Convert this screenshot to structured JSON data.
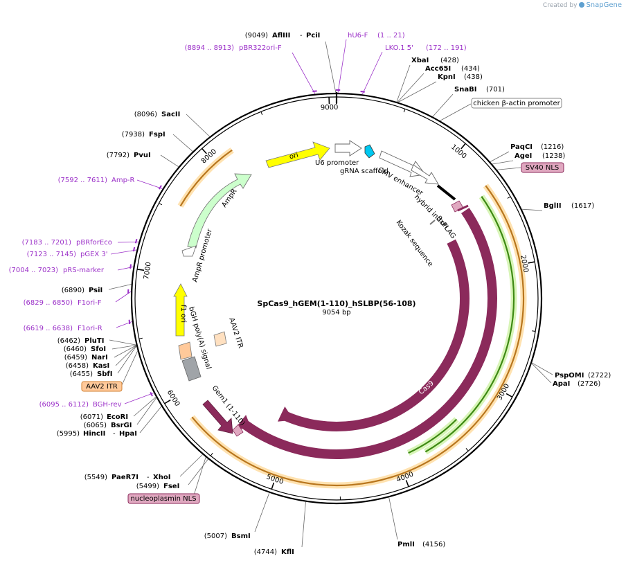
{
  "credit": {
    "prefix": "Created by",
    "brand": "SnapGene"
  },
  "plasmid": {
    "name": "SpCas9_hGEM(1-110)_hSLBP(56-108)",
    "length_label": "9054 bp",
    "length": 9054
  },
  "colors": {
    "enzyme": "#000000",
    "primer": "#9b30c8",
    "feature_cas9": "#8b2a5b",
    "ori": "#ffff00",
    "ampr": "#ccffcc",
    "itr": "#ffd9b3",
    "nls": "#e0a8c0",
    "orange_band": "#e8a33a",
    "green_band": "#5aaa2a"
  },
  "tick_labels": [
    {
      "pos": 1000,
      "label": "1000"
    },
    {
      "pos": 2000,
      "label": "2000"
    },
    {
      "pos": 3000,
      "label": "3000"
    },
    {
      "pos": 4000,
      "label": "4000"
    },
    {
      "pos": 5000,
      "label": "5000"
    },
    {
      "pos": 6000,
      "label": "6000"
    },
    {
      "pos": 7000,
      "label": "7000"
    },
    {
      "pos": 8000,
      "label": "8000"
    },
    {
      "pos": 9000,
      "label": "9000"
    }
  ],
  "enzymes": [
    {
      "name": "AflIII",
      "name2": "PciI",
      "pos": "(9049)",
      "bp": 9049
    },
    {
      "name": "XbaI",
      "pos": "(428)",
      "bp": 428
    },
    {
      "name": "Acc65I",
      "pos": "(434)",
      "bp": 434
    },
    {
      "name": "KpnI",
      "pos": "(438)",
      "bp": 438
    },
    {
      "name": "SnaBI",
      "pos": "(701)",
      "bp": 701
    },
    {
      "name": "PaqCI",
      "pos": "(1216)",
      "bp": 1216
    },
    {
      "name": "AgeI",
      "pos": "(1238)",
      "bp": 1238
    },
    {
      "name": "BglII",
      "pos": "(1617)",
      "bp": 1617
    },
    {
      "name": "PspOMI",
      "pos": "(2722)",
      "bp": 2722
    },
    {
      "name": "ApaI",
      "pos": "(2726)",
      "bp": 2726
    },
    {
      "name": "PmlI",
      "pos": "(4156)",
      "bp": 4156
    },
    {
      "name": "KflI",
      "pos": "(4744)",
      "bp": 4744
    },
    {
      "name": "BsmI",
      "pos": "(5007)",
      "bp": 5007
    },
    {
      "name": "FseI",
      "pos": "(5499)",
      "bp": 5499
    },
    {
      "name": "PaeR7I",
      "name2": "XhoI",
      "pos": "(5549)",
      "bp": 5549
    },
    {
      "name": "HincII",
      "name2": "HpaI",
      "pos": "(5995)",
      "bp": 5995
    },
    {
      "name": "BsrGI",
      "pos": "(6065)",
      "bp": 6065
    },
    {
      "name": "EcoRI",
      "pos": "(6071)",
      "bp": 6071
    },
    {
      "name": "SbfI",
      "pos": "(6455)",
      "bp": 6455
    },
    {
      "name": "KasI",
      "pos": "(6458)",
      "bp": 6458
    },
    {
      "name": "NarI",
      "pos": "(6459)",
      "bp": 6459
    },
    {
      "name": "SfoI",
      "pos": "(6460)",
      "bp": 6460
    },
    {
      "name": "PluTI",
      "pos": "(6462)",
      "bp": 6462
    },
    {
      "name": "PsiI",
      "pos": "(6890)",
      "bp": 6890
    },
    {
      "name": "PvuI",
      "pos": "(7792)",
      "bp": 7792
    },
    {
      "name": "FspI",
      "pos": "(7938)",
      "bp": 7938
    },
    {
      "name": "SacII",
      "pos": "(8096)",
      "bp": 8096
    }
  ],
  "primers": [
    {
      "name": "hU6-F",
      "range": "(1 .. 21)",
      "bp": 10
    },
    {
      "name": "LKO.1 5'",
      "range": "(172 .. 191)",
      "bp": 181
    },
    {
      "name": "pBR322ori-F",
      "range": "(8894 .. 8913)",
      "bp": 8903
    },
    {
      "name": "Amp-R",
      "range": "(7592 .. 7611)",
      "bp": 7601
    },
    {
      "name": "pBRforEco",
      "range": "(7183 .. 7201)",
      "bp": 7192
    },
    {
      "name": "pGEX 3'",
      "range": "(7123 .. 7145)",
      "bp": 7134
    },
    {
      "name": "pRS-marker",
      "range": "(7004 .. 7023)",
      "bp": 7013
    },
    {
      "name": "F1ori-F",
      "range": "(6829 .. 6850)",
      "bp": 6839
    },
    {
      "name": "F1ori-R",
      "range": "(6619 .. 6638)",
      "bp": 6628
    },
    {
      "name": "BGH-rev",
      "range": "(6095 .. 6112)",
      "bp": 6103
    }
  ],
  "boxed_labels": [
    {
      "name": "chicken β-actin promoter"
    },
    {
      "name": "SV40 NLS"
    },
    {
      "name": "AAV2 ITR"
    },
    {
      "name": "nucleoplasmin NLS"
    }
  ],
  "features": [
    {
      "name": "ori"
    },
    {
      "name": "U6 promoter"
    },
    {
      "name": "gRNA scaffold"
    },
    {
      "name": "CMV enhancer"
    },
    {
      "name": "hybrid intron"
    },
    {
      "name": "3xFLAG"
    },
    {
      "name": "Kozak sequence"
    },
    {
      "name": "Cas9"
    },
    {
      "name": "Cas9"
    },
    {
      "name": "Gem1 (1-110)"
    },
    {
      "name": "AmpR"
    },
    {
      "name": "AmpR promoter"
    },
    {
      "name": "f1 ori"
    },
    {
      "name": "bGH poly(A) signal"
    },
    {
      "name": "AAV2 ITR"
    }
  ]
}
